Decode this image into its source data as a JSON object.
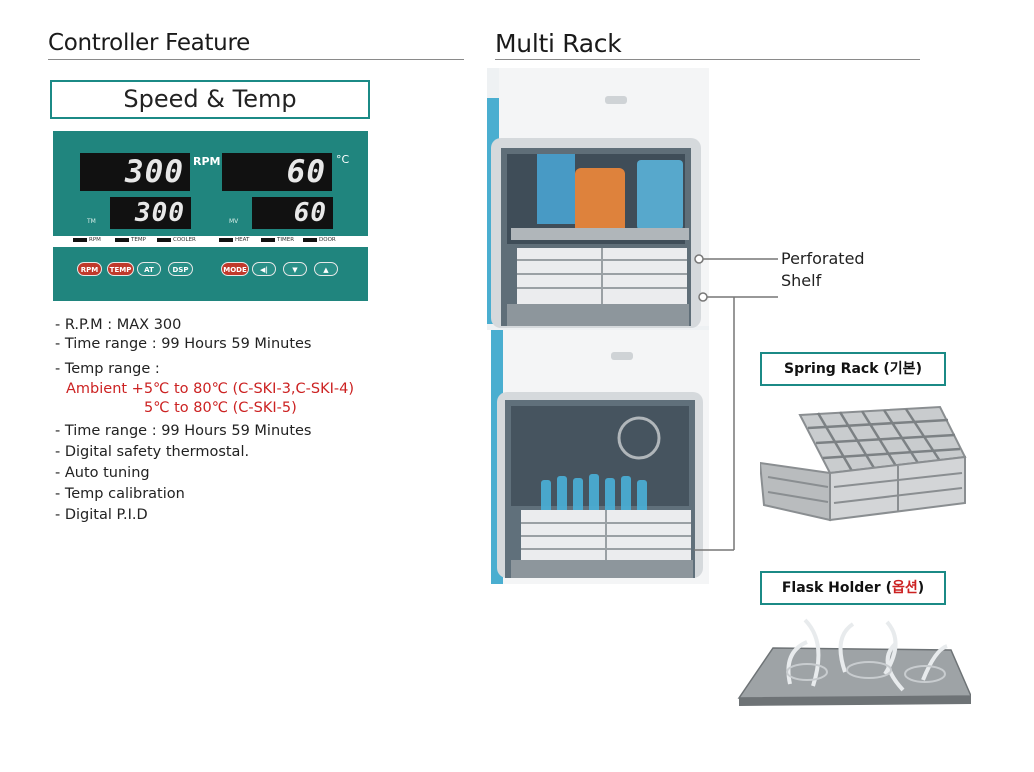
{
  "left": {
    "title": "Controller Feature",
    "speed_box": "Speed & Temp",
    "panel": {
      "rpm_display": "300",
      "rpm_unit": "RPM",
      "temp_display": "60",
      "temp_unit": "°C",
      "tm_label": "TM",
      "tm_display": "300",
      "mv_label": "MV",
      "mv_display": "60",
      "indicators": [
        "RPM",
        "TEMP",
        "COOLER",
        "HEAT",
        "TIMER",
        "DOOR"
      ],
      "buttons_left": [
        "RPM",
        "TEMP",
        "AT",
        "DSP"
      ],
      "mode_button": "MODE",
      "arrow_left": "◀|",
      "arrow_down": "▼",
      "arrow_up": "▲"
    },
    "specs": {
      "rpm": "- R.P.M : MAX 300",
      "time1": "- Time range : 99 Hours 59 Minutes",
      "temp_range": "- Temp range :",
      "temp_line1": "Ambient +5℃ to 80℃ (C-SKI-3,C-SKI-4)",
      "temp_line2": "5℃ to 80℃ (C-SKI-5)",
      "time2": "- Time range : 99 Hours 59 Minutes",
      "thermostat": "- Digital safety thermostal.",
      "auto_tuning": "- Auto tuning",
      "temp_cal": "- Temp calibration",
      "pid": "- Digital P.I.D"
    }
  },
  "right": {
    "title": "Multi Rack",
    "callout_line1": "Perforated",
    "callout_line2": "Shelf",
    "spring_rack": {
      "label": "Spring Rack (",
      "korean": "기본",
      "suffix": ")"
    },
    "flask_holder": {
      "label": "Flask Holder (",
      "korean": "옵션",
      "suffix": ")"
    }
  },
  "colors": {
    "accent": "#1b8a86",
    "panel": "#20857e",
    "red": "#cc2222"
  }
}
